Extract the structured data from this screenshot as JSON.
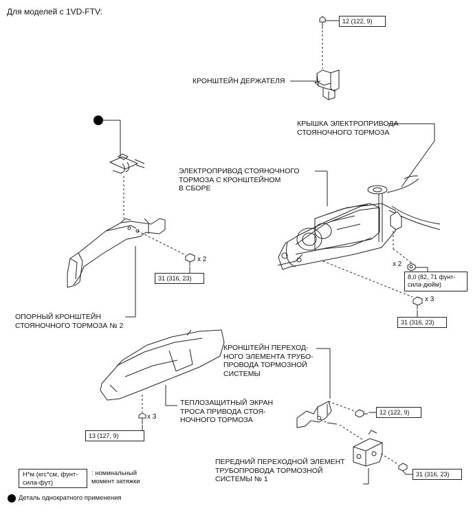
{
  "header": {
    "title": "Для моделей с 1VD-FTV:"
  },
  "labels": {
    "holder_bracket": "КРОНШТЕЙН ДЕРЖАТЕЛЯ",
    "actuator_cover": [
      "КРЫШКА ЭЛЕКТРОПРИВОДА",
      "СТОЯНОЧНОГО ТОРМОЗА"
    ],
    "actuator_assembly": [
      "ЭЛЕКТРОПРИВОД СТОЯНОЧНОГО",
      "ТОРМОЗА С КРОНШТЕЙНОМ",
      "В СБОРЕ"
    ],
    "support_bracket": [
      "ОПОРНЫЙ КРОНШТЕЙН",
      "СТОЯНОЧНОГО ТОРМОЗА № 2"
    ],
    "transition_bracket": [
      "КРОНШТЕЙН ПЕРЕХОД-",
      "НОГО ЭЛЕМЕНТА ТРУБО-",
      "ПРОВОДА ТОРМОЗНОЙ",
      "СИСТЕМЫ"
    ],
    "heat_shield": [
      "ТЕПЛОЗАЩИТНЫЙ ЭКРАН",
      "ТРОСА ПРИВОДА СТОЯ-",
      "НОЧНОГО ТОРМОЗА"
    ],
    "front_transition": [
      "ПЕРЕДНИЙ ПЕРЕХОДНОЙ ЭЛЕМЕНТ",
      "ТРУБОПРОВОДА ТОРМОЗНОЙ",
      "СИСТЕМЫ № 1"
    ]
  },
  "torques": {
    "top": "12 (122, 9)",
    "support": "31 (316, 23)",
    "cover": [
      "8,0 (82, 71 фунт-",
      "сила-дюйм)"
    ],
    "actuator": "31 (316, 23)",
    "shield": "13 (127, 9)",
    "transition": "12 (122, 9)",
    "front": "31 (316, 23)"
  },
  "multipliers": {
    "support": "x 2",
    "cover": "x 2",
    "actuator": "x 3",
    "shield": "x 3"
  },
  "legend": {
    "torque_box": [
      "Н*м (кгс*см, фунт-",
      "сила-фут)"
    ],
    "torque_desc": [
      ": номинальный",
      "момент затяжки"
    ],
    "one_time": "Деталь однократного применения"
  }
}
